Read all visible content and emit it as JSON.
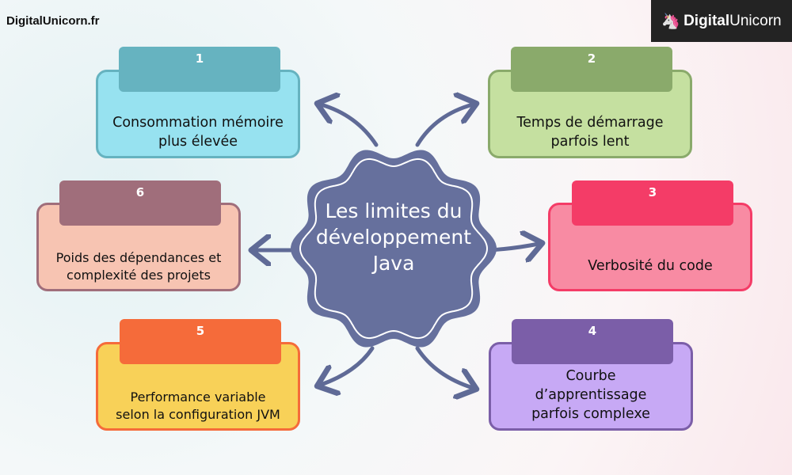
{
  "site_label": "DigitalUnicorn.fr",
  "logo": {
    "bold": "Digital",
    "regular": "Unicorn"
  },
  "center_title": [
    "Les limites du",
    "développement",
    "Java"
  ],
  "items": [
    {
      "number": "1",
      "text": "Consommation mémoire plus élevée",
      "tab_color": "#66b3c0",
      "box_color": "#97e2f0"
    },
    {
      "number": "2",
      "text": "Temps de démarrage parfois lent",
      "tab_color": "#8aaa6b",
      "box_color": "#c5e0a0"
    },
    {
      "number": "3",
      "text": "Verbosité du code",
      "tab_color": "#f43c67",
      "box_color": "#f88ba3"
    },
    {
      "number": "4",
      "text": "Courbe d’apprentissage parfois complexe",
      "tab_color": "#7b5ea8",
      "box_color": "#c7a9f5"
    },
    {
      "number": "5",
      "text": "Performance variable selon la configuration JVM",
      "tab_color": "#f56b3a",
      "box_color": "#f8d158"
    },
    {
      "number": "6",
      "text": "Poids des dépendances et complexité des projets",
      "tab_color": "#a06e7b",
      "box_color": "#f7c4b2"
    }
  ],
  "colors": {
    "center": "#66709d",
    "arrow": "#5f6a96"
  }
}
